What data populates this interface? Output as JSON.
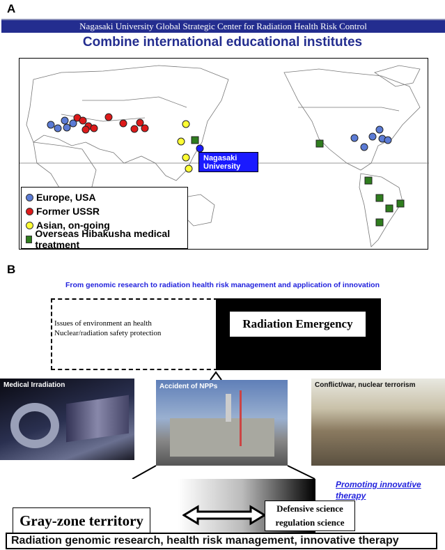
{
  "panel_a": {
    "label": "A",
    "banner": "Nagasaki University Global Strategic Center for Radiation Health Risk Control",
    "subtitle": "Combine international educational institutes",
    "nagasaki_label_1": "Nagasaki",
    "nagasaki_label_2": "University",
    "legend": [
      {
        "label": "Europe, USA",
        "color": "#5b7bd5",
        "shape": "circle"
      },
      {
        "label": "Former USSR",
        "color": "#dd1a1a",
        "shape": "circle"
      },
      {
        "label": "Asian, on-going",
        "color": "#ffff33",
        "shape": "circle"
      },
      {
        "label": "Overseas Hibakusha medical treatment",
        "color": "#2f7d1e",
        "shape": "square"
      }
    ]
  },
  "panel_b": {
    "label": "B",
    "subtitle": "From genomic research to radiation health risk management and application of innovation",
    "issues_line1": "Issues of environment an health",
    "issues_line2": "Nuclear/radiation safety protection",
    "emergency": "Radiation Emergency",
    "photos": [
      "Medical Irradiation",
      "Accident of NPPs",
      "Conflict/war, nuclear terrorism"
    ],
    "promoting_1": "Promoting innovative",
    "promoting_2": "therapy",
    "gray_zone": "Gray-zone  territory",
    "defensive_1": "Defensive science",
    "defensive_2": "regulation science",
    "bottom": "Radiation genomic research, health risk management, innovative therapy"
  }
}
